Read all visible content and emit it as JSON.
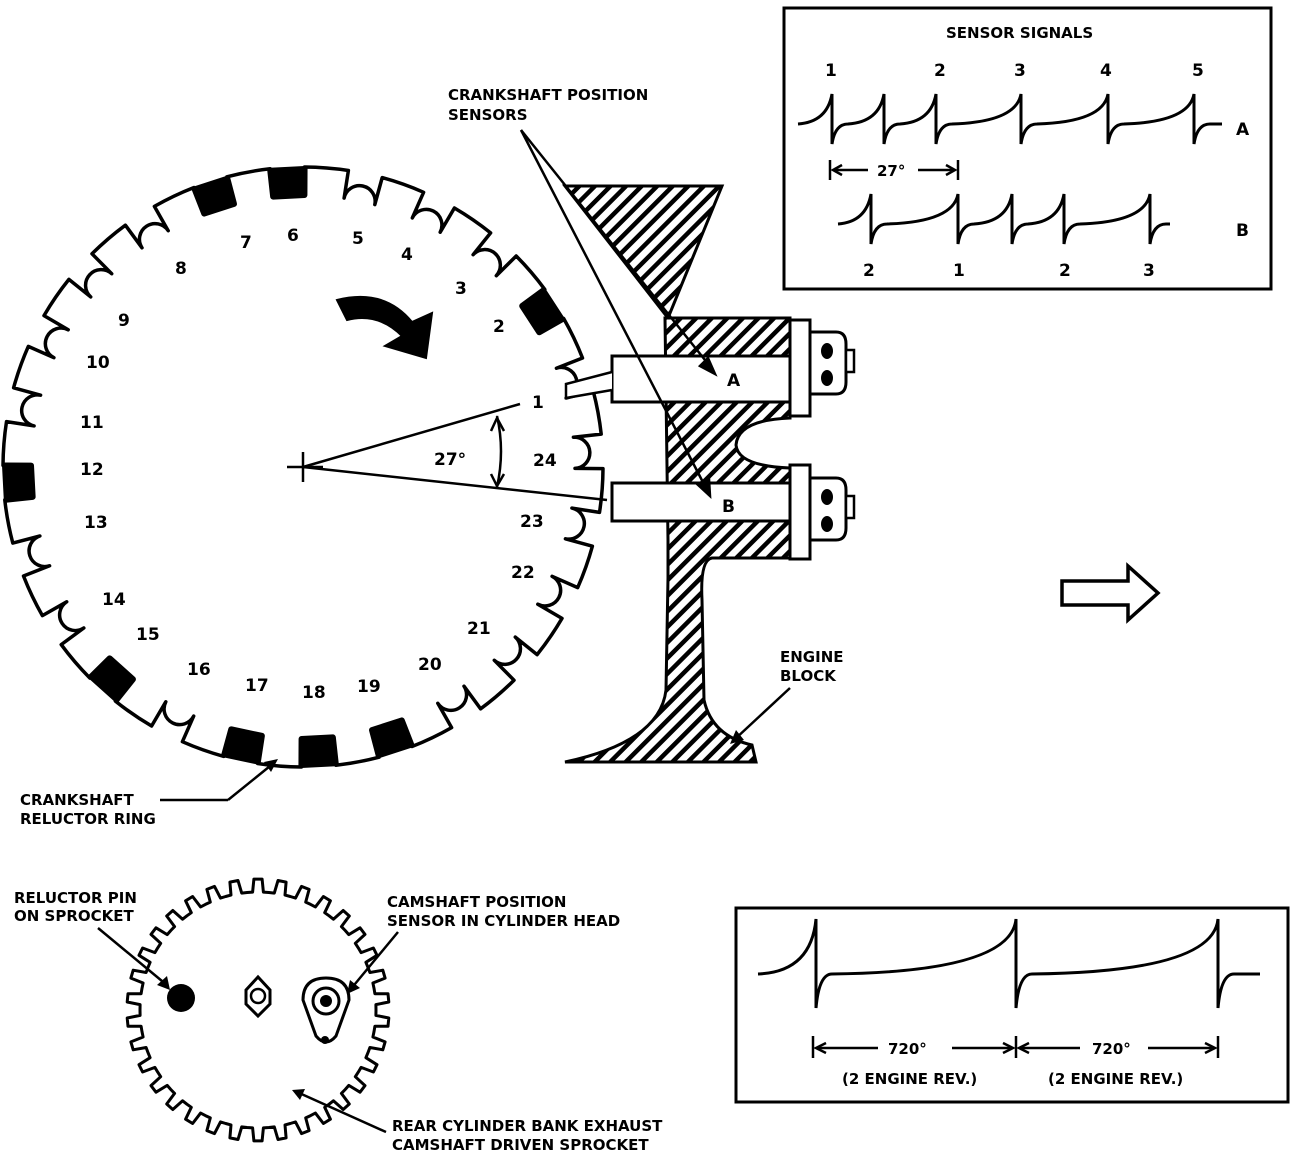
{
  "labels": {
    "sensor_signals_title": "SENSOR SIGNALS",
    "crank_sensors_line1": "CRANKSHAFT POSITION",
    "crank_sensors_line2": "SENSORS",
    "engine_block_line1": "ENGINE",
    "engine_block_line2": "BLOCK",
    "reluctor_ring_line1": "CRANKSHAFT",
    "reluctor_ring_line2": "RELUCTOR RING",
    "reluctor_pin_line1": "RELUCTOR PIN",
    "reluctor_pin_line2": "ON SPROCKET",
    "cam_sensor_line1": "CAMSHAFT POSITION",
    "cam_sensor_line2": "SENSOR IN CYLINDER HEAD",
    "rear_bank_line1": "REAR CYLINDER BANK EXHAUST",
    "rear_bank_line2": "CAMSHAFT DRIVEN SPROCKET",
    "sensor_a": "A",
    "sensor_b": "B",
    "angle_27": "27°",
    "signal_27": "27°",
    "trace_a_label": "A",
    "trace_b_label": "B",
    "span_720_1": "720°",
    "span_720_2": "720°",
    "rev_1": "(2 ENGINE REV.)",
    "rev_2": "(2 ENGINE REV.)"
  },
  "signal_a_numbers": [
    "1",
    "2",
    "3",
    "4",
    "5"
  ],
  "signal_b_numbers": [
    "2",
    "1",
    "2",
    "3"
  ],
  "tooth_numbers": [
    "1",
    "2",
    "3",
    "4",
    "5",
    "6",
    "7",
    "8",
    "9",
    "10",
    "11",
    "12",
    "13",
    "14",
    "15",
    "16",
    "17",
    "18",
    "19",
    "20",
    "21",
    "22",
    "23",
    "24"
  ]
}
